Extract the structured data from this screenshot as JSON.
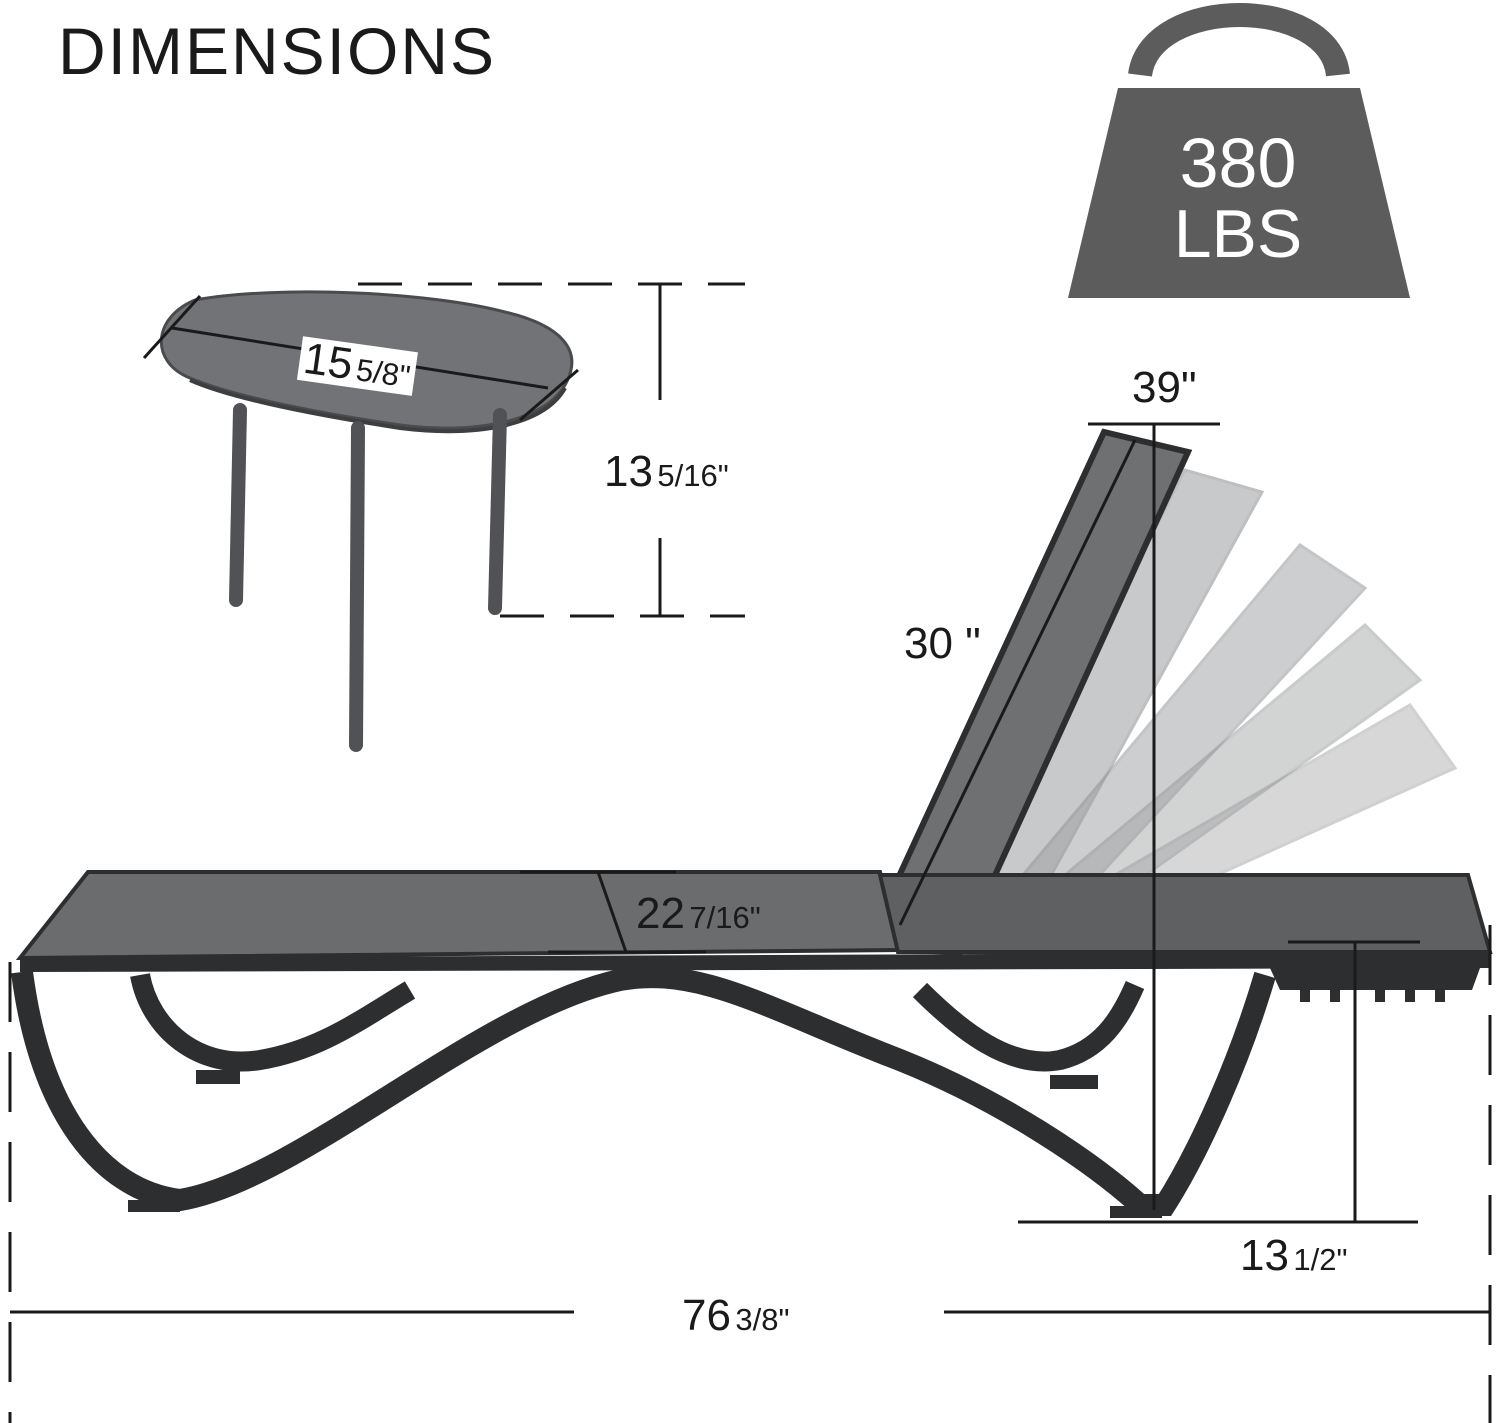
{
  "title": "DIMENSIONS",
  "weight_badge": {
    "value": "380",
    "unit": "LBS",
    "color": "#5c5c5c",
    "icon": "weight-bag-icon"
  },
  "dimensions": {
    "table_top": {
      "whole": "15",
      "frac": "5/8\""
    },
    "table_height": {
      "whole": "13",
      "frac": "5/16\""
    },
    "back_height": "39\"",
    "backrest_length": "30 \"",
    "seat_width": {
      "whole": "22",
      "frac": "7/16\""
    },
    "arm_height": {
      "whole": "13",
      "frac": "1/2\""
    },
    "total_length": {
      "whole": "76",
      "frac": "3/8\""
    }
  },
  "colors": {
    "frame": "#2c2e30",
    "sling": "#6a6c6e",
    "table": "#707275",
    "line": "#1a1a1a"
  }
}
